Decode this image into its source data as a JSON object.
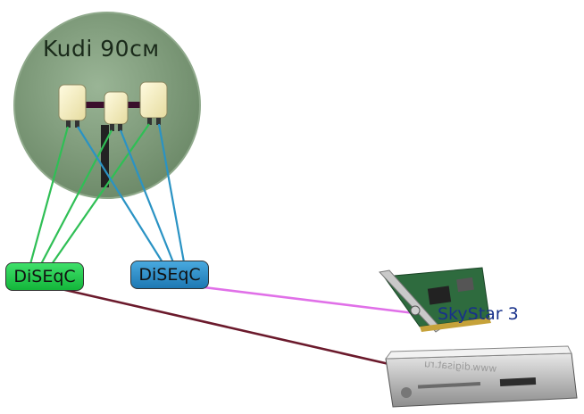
{
  "dish": {
    "title": "Kudi 90см"
  },
  "switches": [
    {
      "label": "DiSEqC",
      "color": "#22c24a"
    },
    {
      "label": "DiSEqC",
      "color": "#2a8ccc"
    }
  ],
  "devices": {
    "card_label": "SkyStar 3",
    "receiver_watermark": "www.digisat.ru"
  },
  "colors": {
    "dish_fill": "#7e9a7a",
    "green_cable": "#2fbf55",
    "blue_cable": "#2a93c4",
    "magenta_cable": "#e070e8",
    "maroon_cable": "#6b1a2c"
  }
}
